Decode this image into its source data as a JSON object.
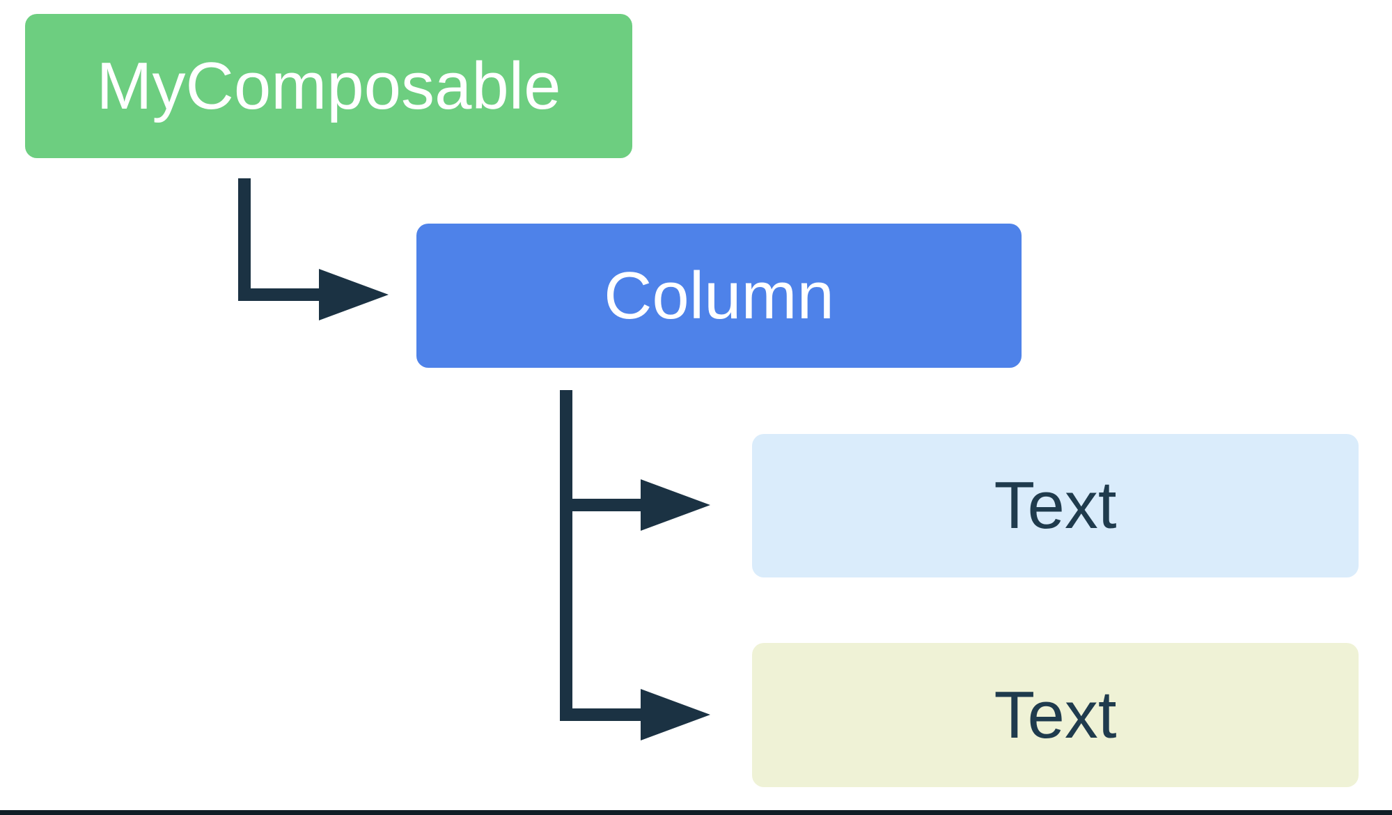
{
  "diagram": {
    "canvas_bg": "#FFFFFF",
    "connector_color": "#1B3243",
    "bottom_rule_color": "#111E26",
    "nodes": {
      "root": {
        "label": "MyComposable",
        "bg": "#6DCE80",
        "text_color": "#FFFFFF"
      },
      "column": {
        "label": "Column",
        "bg": "#4E82E9",
        "text_color": "#FFFFFF"
      },
      "text1": {
        "label": "Text",
        "bg": "#DAECFB",
        "text_color": "#1F3B4D"
      },
      "text2": {
        "label": "Text",
        "bg": "#EFF2D6",
        "text_color": "#1F3B4D"
      }
    },
    "edges": [
      {
        "from": "MyComposable",
        "to": "Column"
      },
      {
        "from": "Column",
        "to": "Text (top)"
      },
      {
        "from": "Column",
        "to": "Text (bottom)"
      }
    ]
  }
}
